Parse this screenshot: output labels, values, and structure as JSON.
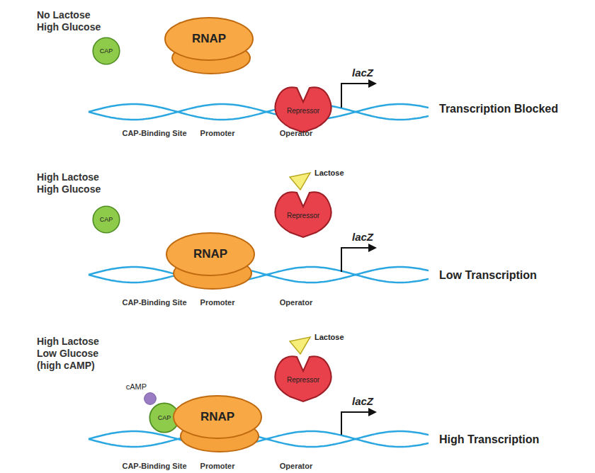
{
  "diagram": {
    "nodes": [
      {
        "text": [
          "CAP"
        ]
      },
      {
        "text": [
          "RNAP"
        ]
      },
      {
        "text": [
          "Repressor"
        ]
      },
      {
        "text": [
          "CAP"
        ]
      },
      {
        "text": [
          "RNAP"
        ]
      },
      {
        "text": [
          "Repressor"
        ]
      },
      {
        "text": [
          "cAMP"
        ]
      },
      {
        "text": [
          "CAP"
        ]
      },
      {
        "text": [
          "RNAP"
        ]
      },
      {
        "text": [
          "Repressor"
        ]
      }
    ],
    "labels": [
      "No Lactose High Glucose",
      "lacZ",
      "CAP-Binding Site",
      "Promoter",
      "Operator",
      "Transcription Blocked",
      "High Lactose High Glucose",
      "Lactose",
      "lacZ",
      "CAP-Binding Site",
      "Promoter",
      "Operator",
      "Low Transcription",
      "High Lactose Low Glucose (high cAMP)",
      "Lactose",
      "lacZ",
      "CAP-Binding Site",
      "Promoter",
      "Operator",
      "High Transcription"
    ]
  }
}
